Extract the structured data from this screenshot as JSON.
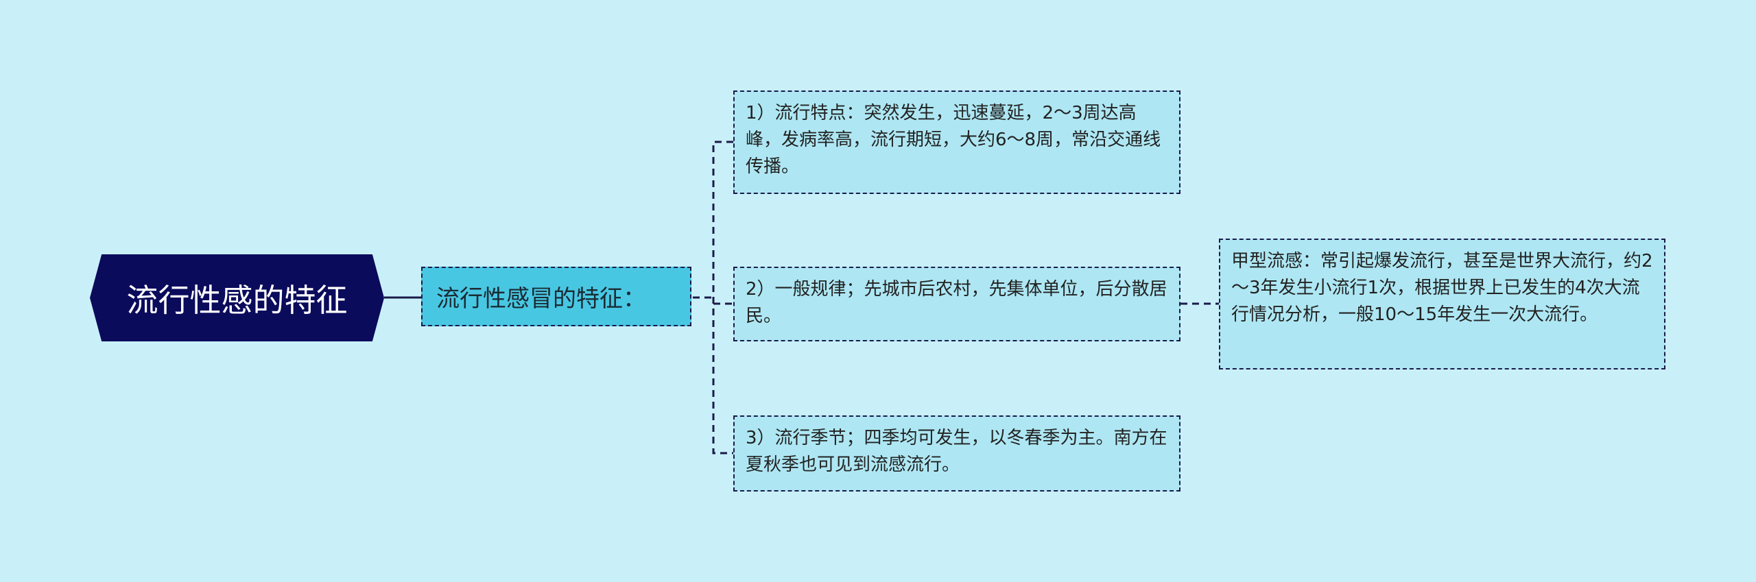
{
  "root": {
    "label": "流行性感的特征"
  },
  "sub": {
    "label": "流行性感冒的特征："
  },
  "leaves": [
    {
      "text": "1）流行特点：突然发生，迅速蔓延，2～3周达高峰，发病率高，流行期短，大约6～8周，常沿交通线传播。"
    },
    {
      "text": "2）一般规律；先城市后农村，先集体单位，后分散居民。"
    },
    {
      "text": "3）流行季节；四季均可发生，以冬春季为主。南方在夏秋季也可见到流感流行。"
    }
  ],
  "child": {
    "text": "甲型流感：常引起爆发流行，甚至是世界大流行，约2～3年发生小流行1次，根据世界上已发生的4次大流行情况分析，一般10～15年发生一次大流行。"
  },
  "colors": {
    "background": "#c9f0f8",
    "root": "#0b0b5c",
    "sub": "#48c7e3",
    "leaf": "#aee7f3",
    "line": "#1a1a4a"
  }
}
